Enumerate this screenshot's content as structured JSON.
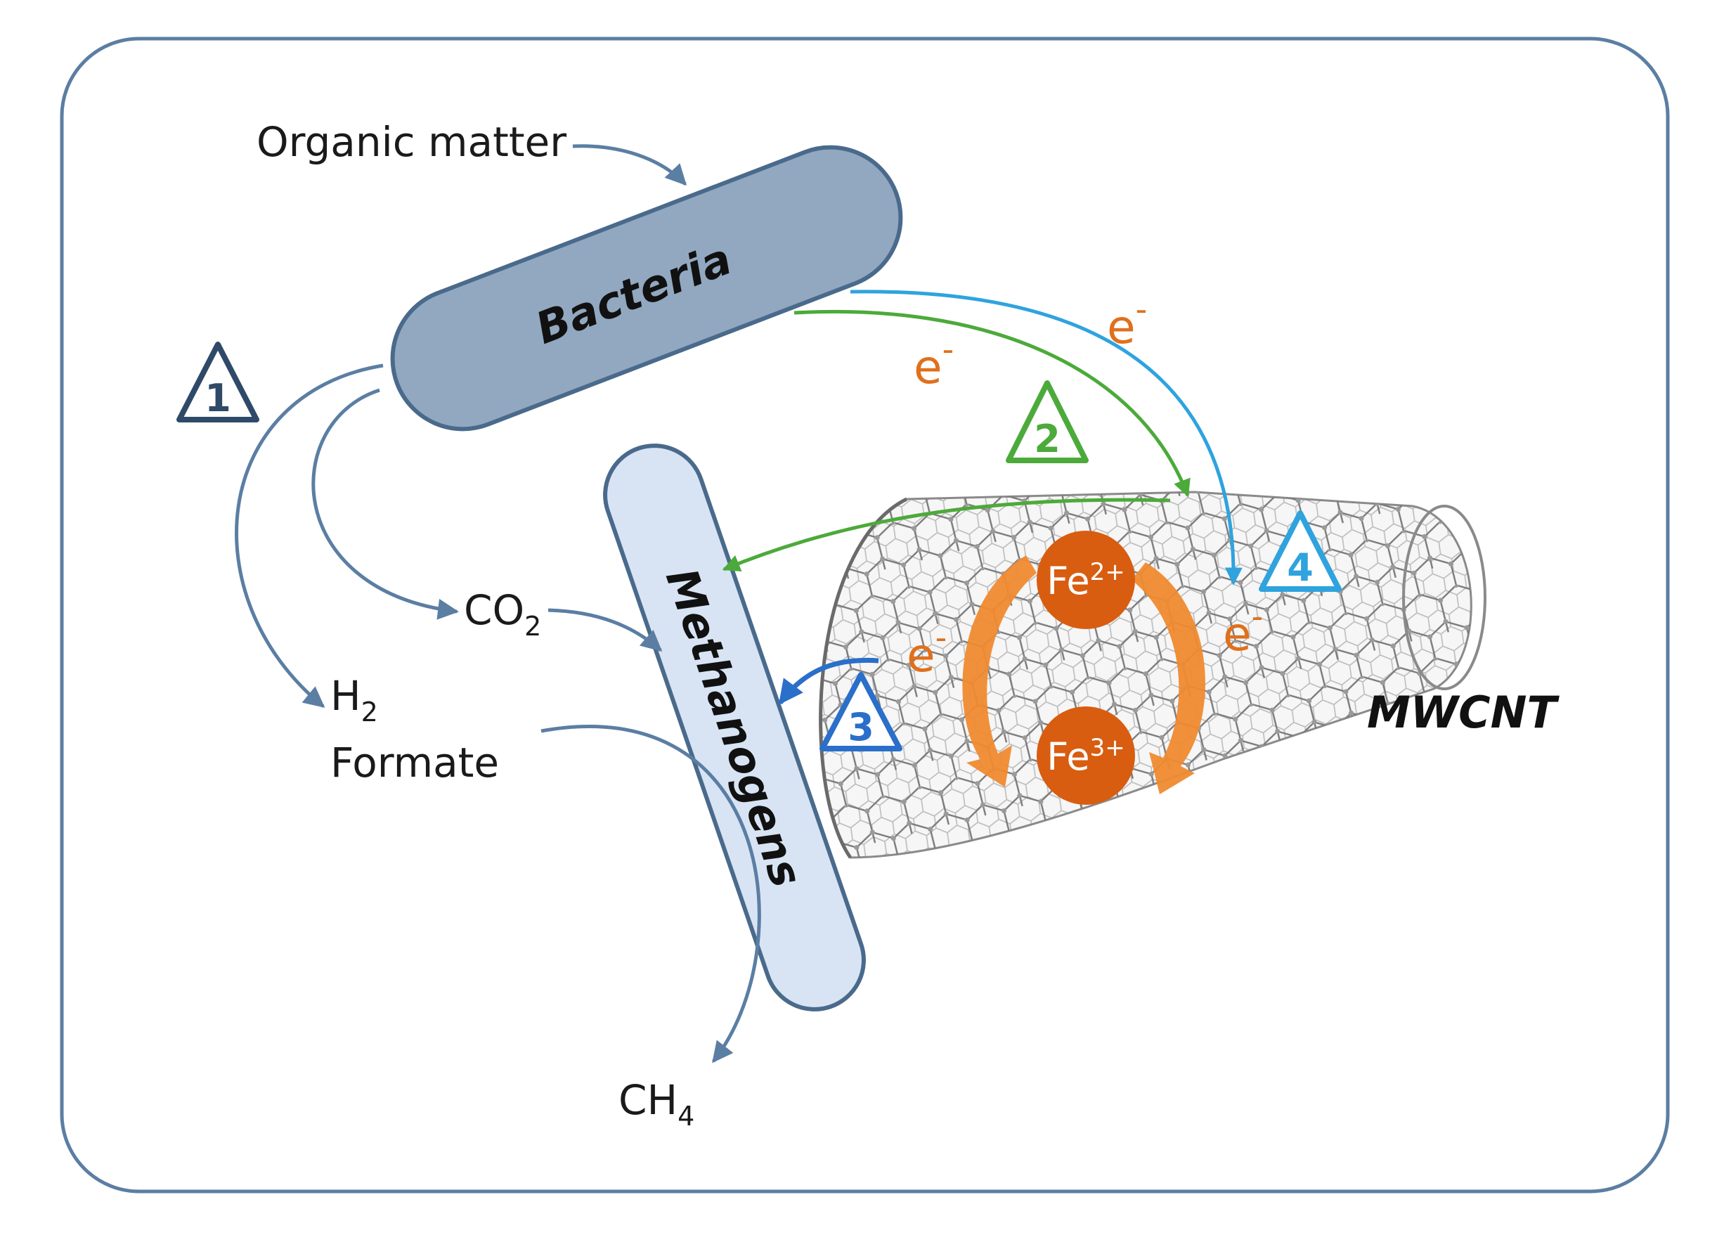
{
  "labels": {
    "organic_matter": "Organic matter",
    "bacteria": "Bacteria",
    "methanogens": "Methanogens",
    "mwcnt": "MWCNT",
    "co2": "CO",
    "co2_sub": "2",
    "h2": "H",
    "h2_sub": "2",
    "formate": "Formate",
    "ch4": "CH",
    "ch4_sub": "4",
    "fe2": "Fe",
    "fe2_sup": "2+",
    "fe3": "Fe",
    "fe3_sup": "3+",
    "electron": "e",
    "electron_sup": "-"
  },
  "pathways": [
    {
      "number": "1",
      "color": "#2f4a68"
    },
    {
      "number": "2",
      "color": "#4caa3a"
    },
    {
      "number": "3",
      "color": "#2a6fc9"
    },
    {
      "number": "4",
      "color": "#2fa3de"
    }
  ],
  "colors": {
    "frame": "#5b7ea3",
    "bacteria_fill": "#92a8c0",
    "bacteria_stroke": "#4a6a8c",
    "methanogens_fill": "#d8e4f4",
    "methanogens_stroke": "#4a6a8c",
    "flow_arrow": "#5b7ea3",
    "green_arrow": "#4caa3a",
    "blue_arrow": "#2a6fc9",
    "light_blue_arrow": "#2fa3de",
    "electron": "#e0701c",
    "iron": "#d85d10",
    "cycle_arrow": "#f08a30",
    "nanotube": "#7a7a7a"
  }
}
